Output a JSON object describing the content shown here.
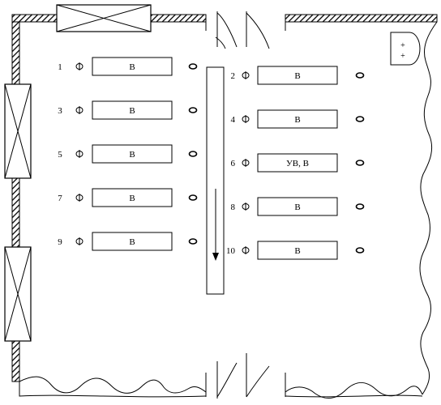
{
  "stations": [
    {
      "number": "1",
      "label": "В"
    },
    {
      "number": "2",
      "label": "В"
    },
    {
      "number": "3",
      "label": "В"
    },
    {
      "number": "4",
      "label": "В"
    },
    {
      "number": "5",
      "label": "В"
    },
    {
      "number": "6",
      "label": "УВ, В"
    },
    {
      "number": "7",
      "label": "В"
    },
    {
      "number": "8",
      "label": "В"
    },
    {
      "number": "9",
      "label": "В"
    },
    {
      "number": "10",
      "label": "В"
    }
  ],
  "panel": {
    "mark1": "+",
    "mark2": "+"
  },
  "colors": {
    "line": "#000000",
    "background": "#ffffff"
  }
}
